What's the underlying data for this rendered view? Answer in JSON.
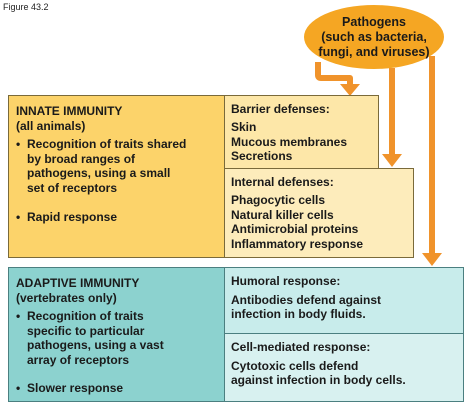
{
  "figure_label": "Figure 43.2",
  "pathogens": {
    "line1": "Pathogens",
    "line2": "(such as bacteria,",
    "line3": "fungi, and viruses)"
  },
  "innate": {
    "title": "INNATE IMMUNITY",
    "subtitle": "(all animals)",
    "bullets": [
      "Recognition of traits shared\nby broad ranges of\npathogens, using a small\nset of receptors",
      "Rapid response"
    ],
    "barrier": {
      "heading": "Barrier defenses:",
      "items": [
        "Skin",
        "Mucous membranes",
        "Secretions"
      ]
    },
    "internal": {
      "heading": "Internal defenses:",
      "items": [
        "Phagocytic cells",
        "Natural killer cells",
        "Antimicrobial proteins",
        "Inflammatory response"
      ]
    }
  },
  "adaptive": {
    "title": "ADAPTIVE IMMUNITY",
    "subtitle": "(vertebrates only)",
    "bullets": [
      "Recognition of traits\nspecific to particular\npathogens, using a vast\narray of receptors",
      "Slower response"
    ],
    "humoral": {
      "heading": "Humoral response:",
      "line1": "Antibodies defend against",
      "line2": "infection in body fluids."
    },
    "cell_mediated": {
      "heading": "Cell-mediated response:",
      "line1": "Cytotoxic cells defend",
      "line2": "against infection in body cells."
    }
  },
  "colors": {
    "arrow": "#f0932b",
    "pathogens_fill": "#f5a623",
    "innate_fill": "#fcd36a",
    "adaptive_fill": "#8cd2cf"
  }
}
